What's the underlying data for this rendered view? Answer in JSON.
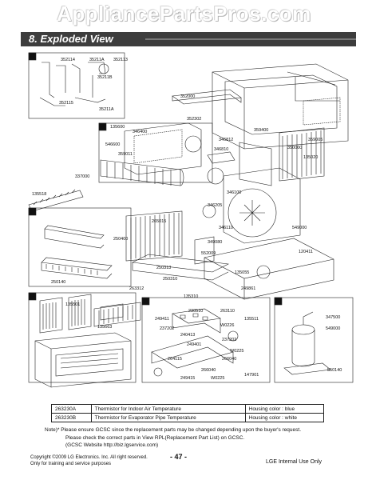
{
  "watermark": "AppliancePartsPros.com",
  "section": {
    "title": "8. Exploded View"
  },
  "groups": [
    "A",
    "B",
    "C",
    "D",
    "E",
    "F"
  ],
  "parts": {
    "c1": "352114",
    "c2": "35211A",
    "c3": "352113",
    "c4": "35211B",
    "c5": "352115",
    "c6": "35211A",
    "d1": "135600",
    "d2": "352302",
    "d3": "546600",
    "d4": "346400",
    "d5": "359011",
    "d6": "346810",
    "d7": "346812",
    "d8": "359400",
    "t1": "352000",
    "t2": "350000",
    "t3": "359005",
    "r1": "135020",
    "r2": "552009",
    "m1": "337000",
    "m2": "135518",
    "m3": "346100",
    "m4": "346110",
    "m5": "346205",
    "m6": "265015",
    "m7": "549000",
    "m8": "349080",
    "f1": "250400",
    "f2": "250140",
    "l1": "250313",
    "l2": "135055",
    "l3": "120411",
    "k1": "263312",
    "k2": "250310",
    "k3": "135310",
    "k4": "249861",
    "e1": "135501",
    "e2": "135663",
    "a1": "230510",
    "a2": "263110",
    "a3": "249411",
    "a4": "237202",
    "a5": "W0226",
    "a6": "240413",
    "a7": "135511",
    "a8": "249401",
    "a9": "237202",
    "a10": "266040",
    "a11": "264115",
    "a12": "W0225",
    "a13": "266040",
    "a14": "249415",
    "a15": "W0225",
    "a16": "147901",
    "b1": "347500",
    "b2": "549000",
    "b3": "550140"
  },
  "thermistors": [
    {
      "code": "263230A",
      "desc": "Thermistor for Indoor Air Temperature",
      "color": "Housing color : blue"
    },
    {
      "code": "263230B",
      "desc": "Thermistor for Evaporator Pipe Temperature",
      "color": "Housing color : white"
    }
  ],
  "notes": {
    "line1": "Note)* Please ensure GCSC since the replacement parts may be changed depending upon the buyer's request.",
    "line2": "Please check  the correct parts in View RPL(Replacement Part List) on GCSC.",
    "line3": "(GCSC Website  http://biz.lgservice.com)"
  },
  "footer": {
    "copyright": "Copyright ©2009 LG Electronics. Inc. All right reserved.",
    "training": "Only for training and service purposes",
    "page": "- 47 -",
    "internal": "LGE Internal Use Only"
  }
}
